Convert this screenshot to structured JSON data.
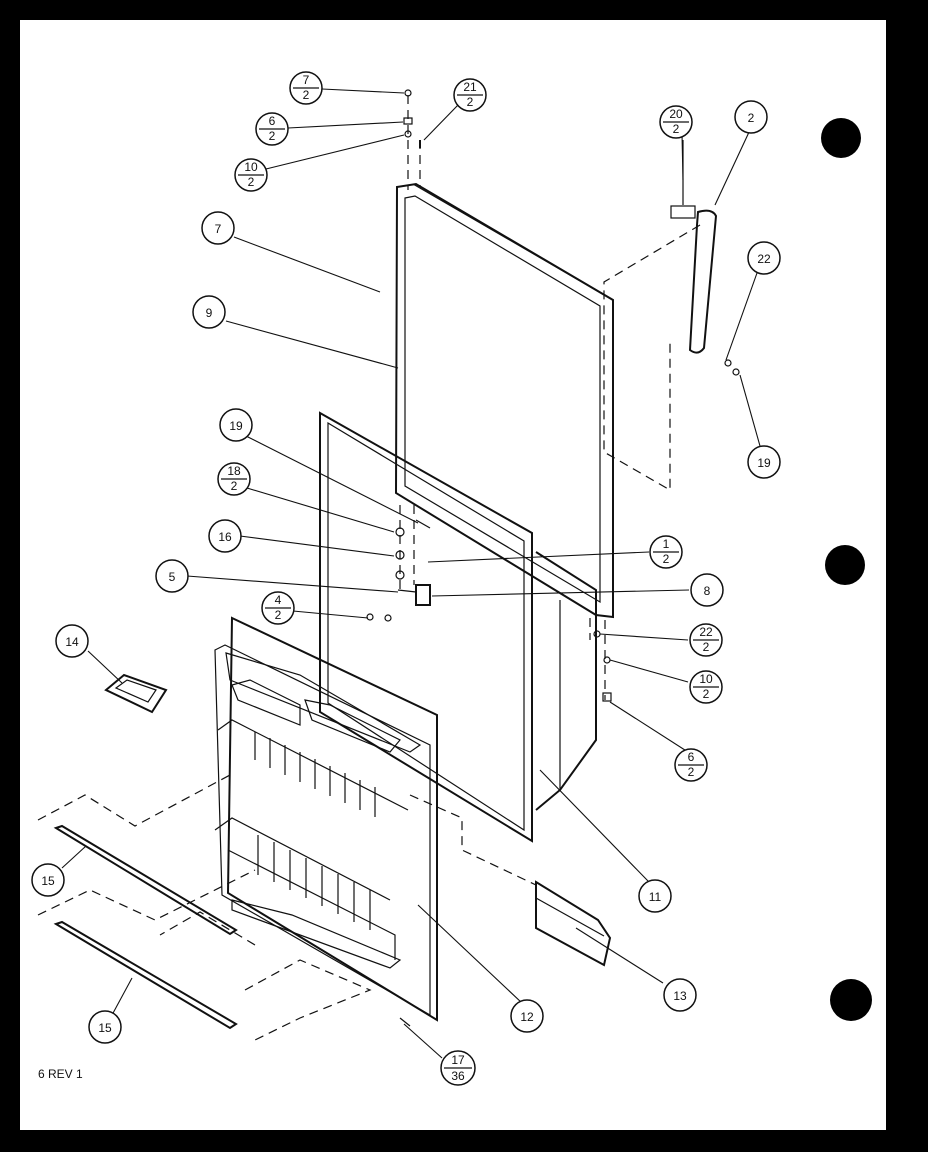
{
  "diagram": {
    "footer_note": "6 REV 1",
    "colors": {
      "paper": "#ffffff",
      "ink": "#111111",
      "frame": "#000000"
    },
    "callouts": [
      {
        "id": "c-7-2",
        "number": "7",
        "qty": "2"
      },
      {
        "id": "c-6-2-top",
        "number": "6",
        "qty": "2"
      },
      {
        "id": "c-10-2-top",
        "number": "10",
        "qty": "2"
      },
      {
        "id": "c-21-2",
        "number": "21",
        "qty": "2"
      },
      {
        "id": "c-20-2",
        "number": "20",
        "qty": "2"
      },
      {
        "id": "c-2",
        "number": "2"
      },
      {
        "id": "c-7",
        "number": "7"
      },
      {
        "id": "c-9",
        "number": "9"
      },
      {
        "id": "c-22",
        "number": "22"
      },
      {
        "id": "c-19-right",
        "number": "19"
      },
      {
        "id": "c-19-left",
        "number": "19"
      },
      {
        "id": "c-18-2",
        "number": "18",
        "qty": "2"
      },
      {
        "id": "c-16",
        "number": "16"
      },
      {
        "id": "c-1-2",
        "number": "1",
        "qty": "2"
      },
      {
        "id": "c-5",
        "number": "5"
      },
      {
        "id": "c-8",
        "number": "8"
      },
      {
        "id": "c-4-2",
        "number": "4",
        "qty": "2"
      },
      {
        "id": "c-22-2",
        "number": "22",
        "qty": "2"
      },
      {
        "id": "c-14",
        "number": "14"
      },
      {
        "id": "c-10-2-bottom",
        "number": "10",
        "qty": "2"
      },
      {
        "id": "c-6-2-bottom",
        "number": "6",
        "qty": "2"
      },
      {
        "id": "c-11",
        "number": "11"
      },
      {
        "id": "c-15-top",
        "number": "15"
      },
      {
        "id": "c-13",
        "number": "13"
      },
      {
        "id": "c-12",
        "number": "12"
      },
      {
        "id": "c-15-bottom",
        "number": "15"
      },
      {
        "id": "c-17-36",
        "number": "17",
        "qty": "36"
      }
    ]
  }
}
